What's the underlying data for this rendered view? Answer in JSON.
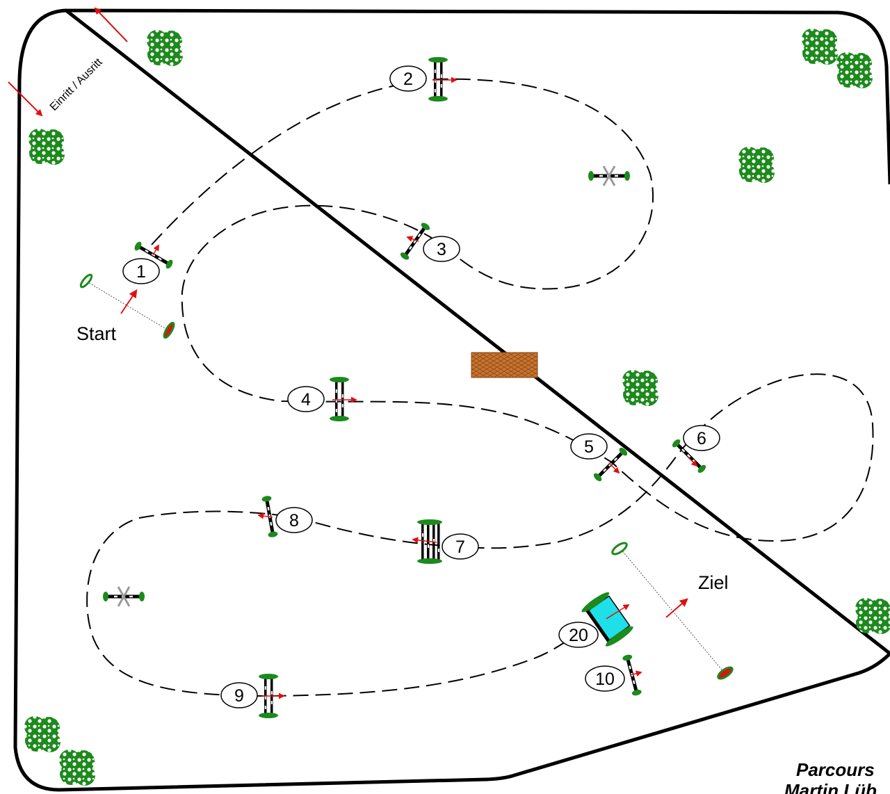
{
  "arena": {
    "entry_label": "Einritt / Ausritt",
    "start_label": "Start",
    "finish_label": "Ziel",
    "credit_line1": "Parcours",
    "credit_line2": "Martin Lüb"
  },
  "obstacles": [
    {
      "label": "1",
      "kind": "vertical"
    },
    {
      "label": "2",
      "kind": "oxer"
    },
    {
      "label": "3",
      "kind": "vertical"
    },
    {
      "label": "4",
      "kind": "oxer"
    },
    {
      "label": "5",
      "kind": "vertical"
    },
    {
      "label": "6",
      "kind": "vertical"
    },
    {
      "label": "7",
      "kind": "triple-bar"
    },
    {
      "label": "8",
      "kind": "vertical"
    },
    {
      "label": "9",
      "kind": "oxer"
    },
    {
      "label": "10",
      "kind": "vertical"
    },
    {
      "label": "20",
      "kind": "water-jump"
    }
  ],
  "colors": {
    "course_line": "#000000",
    "direction_arrow": "#e01010",
    "foliage": "#1c8a1c",
    "water": "#1fe0e8",
    "board": "#c8742e"
  }
}
